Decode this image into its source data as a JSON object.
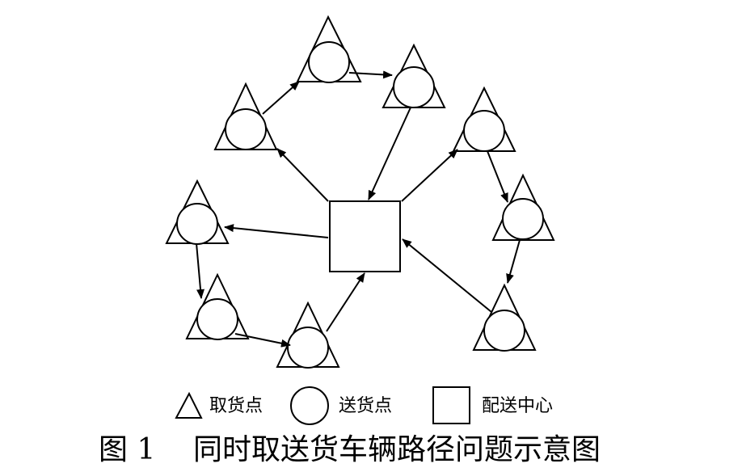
{
  "legend": {
    "pickup_label": "取货点",
    "delivery_label": "送货点",
    "depot_label": "配送中心"
  },
  "caption": {
    "figure_no": "图 1",
    "title": "同时取送货车辆路径问题示意图"
  },
  "colors": {
    "stroke": "#000000",
    "background": "#ffffff"
  }
}
